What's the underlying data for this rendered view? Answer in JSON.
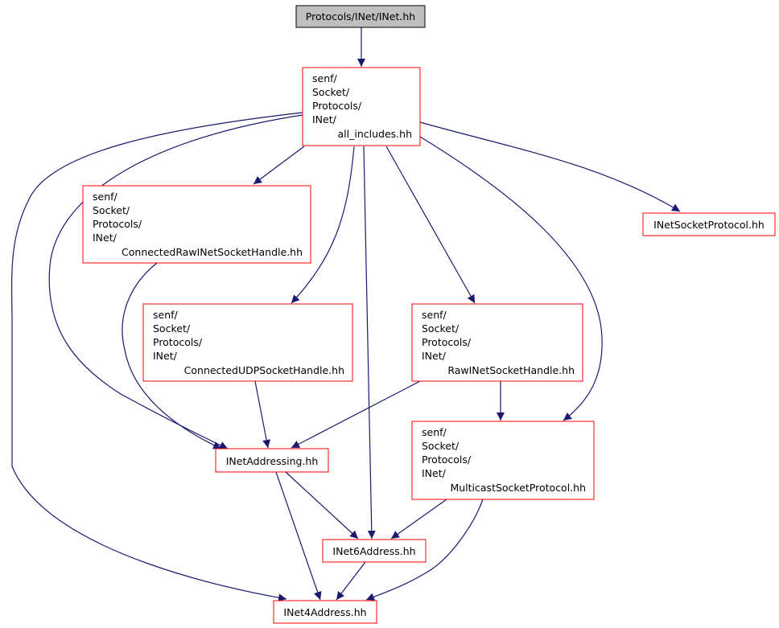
{
  "colors": {
    "edge": "#191970",
    "node_border": "#ff0000",
    "root_fill": "#bfbfbf",
    "root_border": "#000000",
    "node_fill": "#ffffff"
  },
  "nodes": {
    "root": {
      "lines": [
        "Protocols/INet/INet.hh"
      ]
    },
    "all_includes": {
      "lines": [
        "senf/",
        "Socket/",
        "Protocols/",
        "INet/",
        "all_includes.hh"
      ]
    },
    "connected_raw": {
      "lines": [
        "senf/",
        "Socket/",
        "Protocols/",
        "INet/",
        "ConnectedRawINetSocketHandle.hh"
      ]
    },
    "inet_socket_protocol": {
      "lines": [
        "INetSocketProtocol.hh"
      ]
    },
    "connected_udp": {
      "lines": [
        "senf/",
        "Socket/",
        "Protocols/",
        "INet/",
        "ConnectedUDPSocketHandle.hh"
      ]
    },
    "raw_inet": {
      "lines": [
        "senf/",
        "Socket/",
        "Protocols/",
        "INet/",
        "RawINetSocketHandle.hh"
      ]
    },
    "inet_addressing": {
      "lines": [
        "INetAddressing.hh"
      ]
    },
    "multicast": {
      "lines": [
        "senf/",
        "Socket/",
        "Protocols/",
        "INet/",
        "MulticastSocketProtocol.hh"
      ]
    },
    "inet6": {
      "lines": [
        "INet6Address.hh"
      ]
    },
    "inet4": {
      "lines": [
        "INet4Address.hh"
      ]
    }
  }
}
